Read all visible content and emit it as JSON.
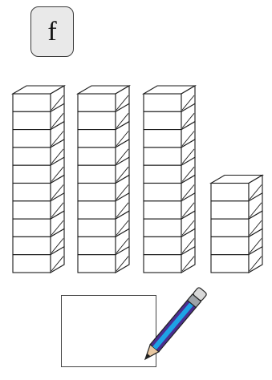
{
  "header": {
    "letter": "f"
  },
  "problem": {
    "tower_counts": [
      10,
      10,
      10,
      5
    ],
    "answer_box_value": ""
  },
  "icons": {
    "pencil": "pencil-icon"
  },
  "colors": {
    "line": "#1a1a1a",
    "badge_fill": "#e9e9e9",
    "pencil_blue": "#1ea3e6",
    "pencil_purple": "#4b2d8f",
    "pencil_tip": "#e8c7a1"
  }
}
